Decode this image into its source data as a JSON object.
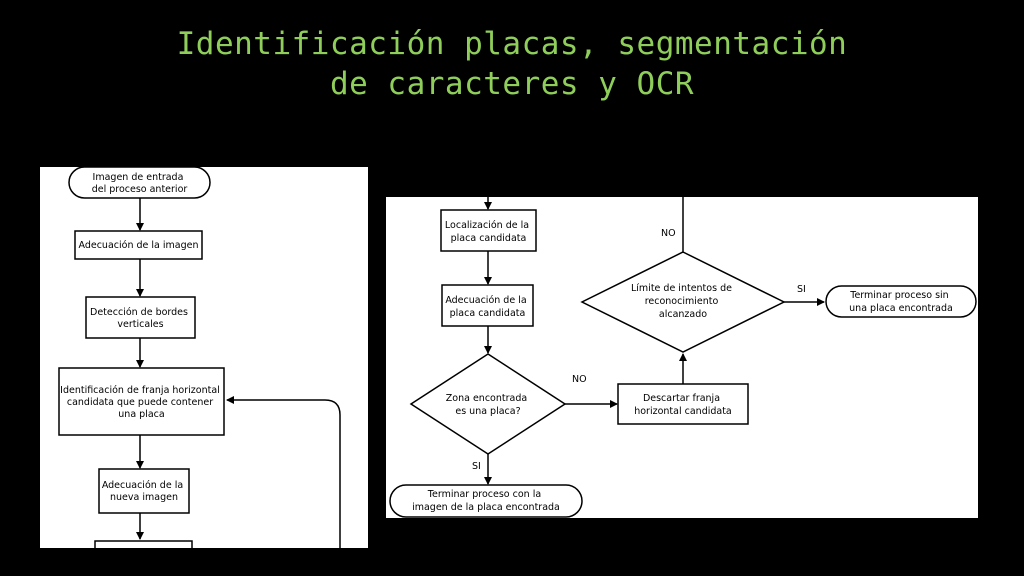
{
  "slide": {
    "title_line1": "Identificación placas, segmentación",
    "title_line2": "de caracteres y OCR"
  },
  "left_flow": {
    "start": [
      "Imagen de entrada",
      "del proceso anterior"
    ],
    "step1": [
      "Adecuación de la imagen"
    ],
    "step2": [
      "Detección de bordes",
      "verticales"
    ],
    "step3": [
      "Identificación de franja horizontal",
      "candidata que puede contener",
      "una placa"
    ],
    "step4": [
      "Adecuación de la",
      "nueva imagen"
    ]
  },
  "right_flow": {
    "locate": [
      "Localización de la",
      "placa candidata"
    ],
    "adapt": [
      "Adecuación de la",
      "placa candidata"
    ],
    "decision_zone": [
      "Zona encontrada",
      "es una placa?"
    ],
    "discard": [
      "Descartar franja",
      "horizontal candidata"
    ],
    "decision_limit": [
      "Límite de intentos de",
      "reconocimiento",
      "alcanzado"
    ],
    "end_fail": [
      "Terminar proceso sin",
      "una placa encontrada"
    ],
    "end_success": [
      "Terminar proceso con la",
      "imagen de la placa encontrada"
    ],
    "label_no_zone": "NO",
    "label_si_zone": "SI",
    "label_no_limit": "NO",
    "label_si_limit": "SI"
  },
  "colors": {
    "title": "#8fce5a",
    "background": "#000000",
    "panel": "#ffffff",
    "stroke": "#000000"
  }
}
